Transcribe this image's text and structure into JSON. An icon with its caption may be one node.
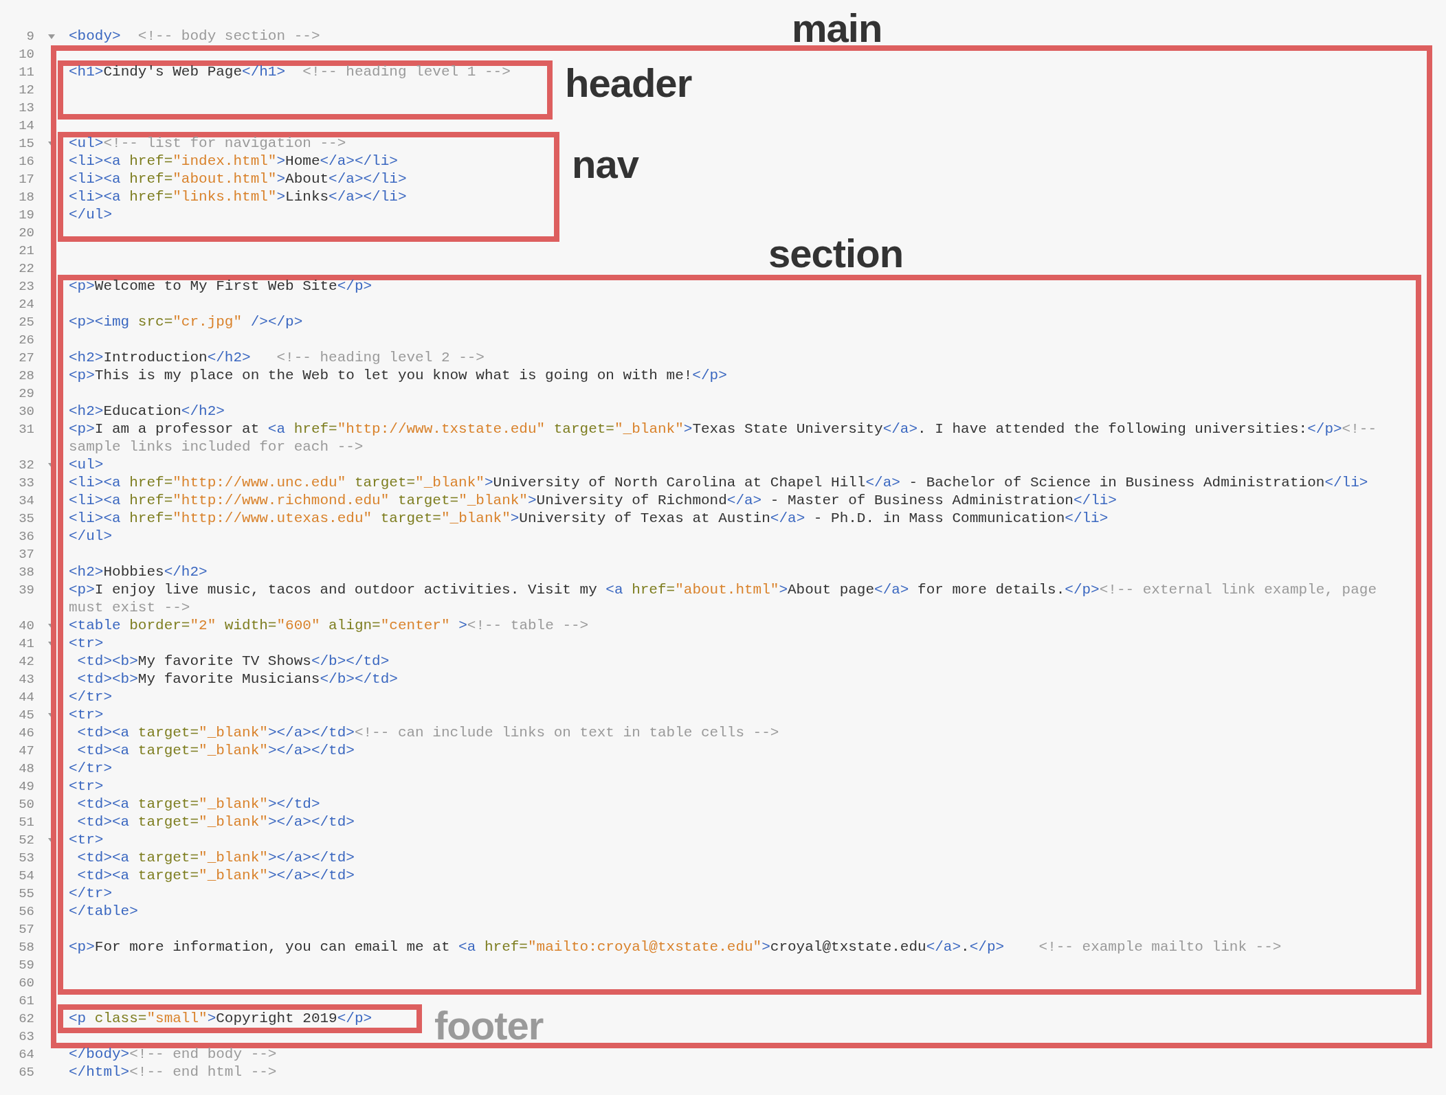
{
  "diagram": {
    "nodes": [
      {
        "text": [
          "main"
        ]
      },
      {
        "text": [
          "header"
        ],
        "in": 0
      },
      {
        "text": [
          "nav"
        ],
        "in": 0
      },
      {
        "text": [
          "section"
        ],
        "in": 0
      },
      {
        "text": [
          "footer"
        ],
        "in": 0
      }
    ],
    "labels": [
      "9",
      "<body>  <!-- body section -->",
      "10",
      "11",
      "<h1>Cindy's Web Page</h1>  <!-- heading level 1 -->",
      "12",
      "13",
      "14",
      "15",
      "<ul><!-- list for navigation -->",
      "16",
      "<li><a href=\"index.html\">Home</a></li>",
      "17",
      "<li><a href=\"about.html\">About</a></li>",
      "18",
      "<li><a href=\"links.html\">Links</a></li>",
      "19",
      "</ul>",
      "20",
      "21",
      "22",
      "23",
      "<p>Welcome to My First Web Site</p>",
      "24",
      "25",
      "<p><img src=\"cr.jpg\" /></p>",
      "26",
      "27",
      "<h2>Introduction</h2>   <!-- heading level 2 -->",
      "28",
      "<p>This is my place on the Web to let you know what is going on with me!</p>",
      "29",
      "30",
      "<h2>Education</h2>",
      "31",
      "<p>I am a professor at <a href=\"http://www.txstate.edu\" target=\"_blank\">Texas State University</a>. I have attended the following universities:</p><!-- sample links included for each -->",
      "32",
      "<ul>",
      "33",
      "<li><a href=\"http://www.unc.edu\" target=\"_blank\">University of North Carolina at Chapel Hill</a> - Bachelor of Science in Business Administration</li>",
      "34",
      "<li><a href=\"http://www.richmond.edu\" target=\"_blank\">University of Richmond</a> - Master of Business Administration</li>",
      "35",
      "<li><a href=\"http://www.utexas.edu\" target=\"_blank\">University of Texas at Austin</a> - Ph.D. in Mass Communication</li>",
      "36",
      "</ul>",
      "37",
      "38",
      "<h2>Hobbies</h2>",
      "39",
      "<p>I enjoy live music, tacos and outdoor activities. Visit my <a href=\"about.html\">About page</a> for more details.</p><!-- external link example, page must exist -->",
      "40",
      "<table border=\"2\" width=\"600\" align=\"center\" ><!-- table -->",
      "41",
      "<tr>",
      "42",
      " <td><b>My favorite TV Shows</b></td>",
      "43",
      " <td><b>My favorite Musicians</b></td>",
      "44",
      "</tr>",
      "45",
      "<tr>",
      "46",
      " <td><a target=\"_blank\"></a></td><!-- can include links on text in table cells -->",
      "47",
      " <td><a target=\"_blank\"></a></td>",
      "48",
      "</tr>",
      "49",
      "<tr>",
      "50",
      " <td><a target=\"_blank\"></td>",
      "51",
      " <td><a target=\"_blank\"></a></td>",
      "52",
      "<tr>",
      "53",
      " <td><a target=\"_blank\"></a></td>",
      "54",
      " <td><a target=\"_blank\"></a></td>",
      "55",
      "</tr>",
      "56",
      "</table>",
      "57",
      "58",
      "<p>For more information, you can email me at <a href=\"mailto:croyal@txstate.edu\">croyal@txstate.edu</a>.</p>    <!-- example mailto link -->",
      "59",
      "60",
      "61",
      "62",
      "<p class=\"small\">Copyright 2019</p>",
      "63",
      "64",
      "</body><!-- end body -->",
      "65",
      "</html><!-- end html -->"
    ]
  }
}
